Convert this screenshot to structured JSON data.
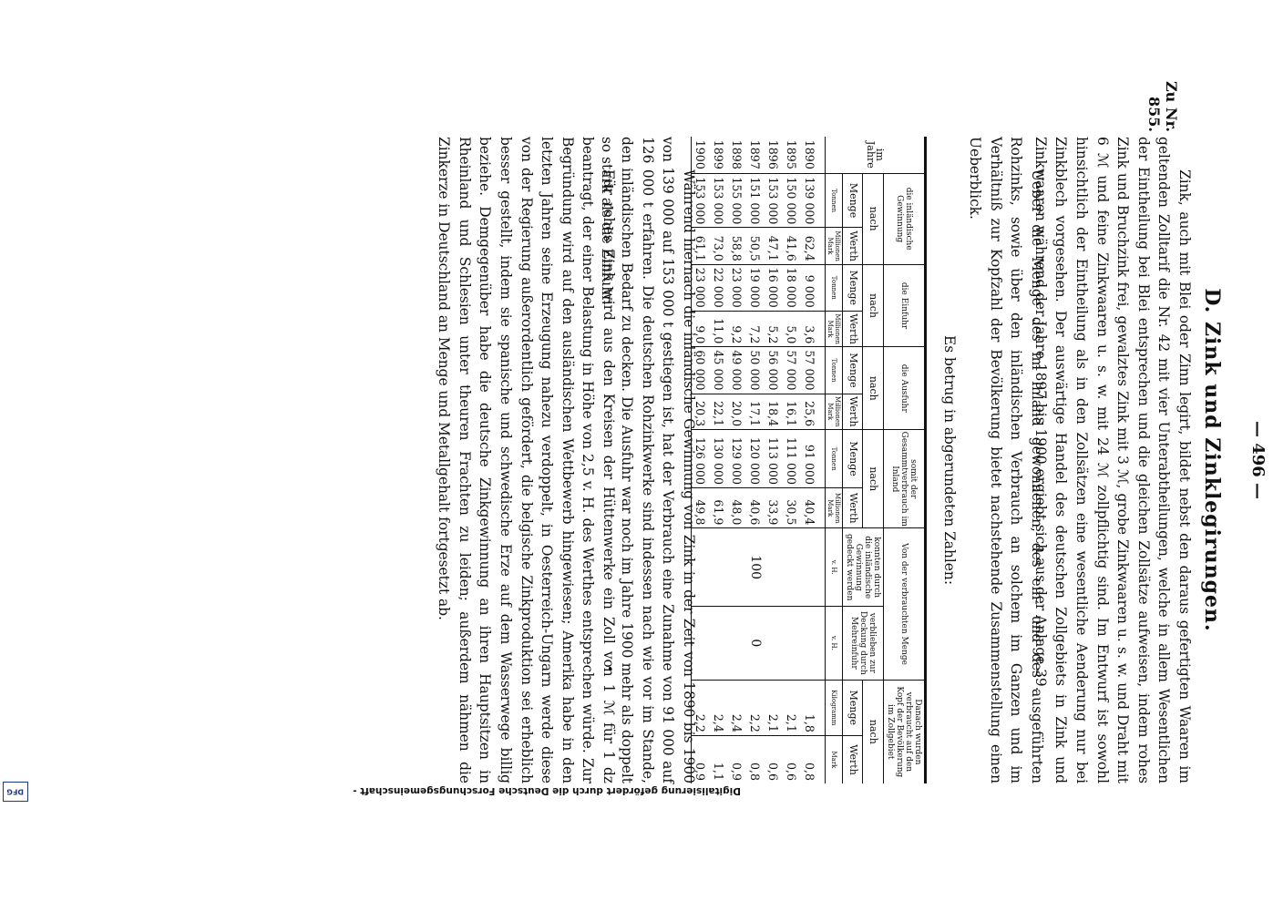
{
  "page_number": "— 496 —",
  "heading": "D. Zink und Zinklegirungen.",
  "ref_note": "Zu Nr. 855.",
  "paragraphs": {
    "p1": "Zink, auch mit Blei oder Zinn legirt, bildet nebst den daraus gefertigten Waaren im geltenden Zolltarif die Nr. 42 mit vier Unterabtheilungen, welche in allem Wesentlichen der Eintheilung bei Blei entsprechen und die gleichen Zollsätze aufweisen, indem rohes Zink und Bruchzink frei, gewalztes Zink mit 3 ℳ, grobe Zinkwaaren u. s. w. und Draht mit 6 ℳ und feine Zinkwaaren u. s. w. mit 24 ℳ zollpflichtig sind. Im Entwurf ist sowohl hinsichtlich der Eintheilung als in den Zollsätzen eine wesentliche Aenderung nur bei Zinkblech vorgesehen. Der auswärtige Handel des deutschen Zollgebiets in Zink und Zinkwaaren während der Jahre 1897 bis 1900 ergiebt sich aus der Anlage 39.",
    "p2": "Ueber die Menge des im Inland gewonnenen, des ein- und des ausgeführten Rohzinks, sowie über den inländischen Verbrauch an solchem im Ganzen und im Verhältniß zur Kopfzahl der Bevölkerung bietet nachstehende Zusammenstellung einen Ueberblick.",
    "p3": "Während hiernach die inländische Gewinnung von Zink in der Zeit von 1890 bis 1900 von 139 000 auf 153 000 t gestiegen ist, hat der Verbrauch eine Zunahme von 91 000 auf 126 000 t erfahren. Die deutschen Rohzinkwerke sind indessen nach wie vor im Stande, den inländischen Bedarf zu decken. Die Ausfuhr war noch im Jahre 1900 mehr als doppelt so stark als die Einfuhr.",
    "p4": "Für rohes Zink wird aus den Kreisen der Hüttenwerke ein Zoll von 1 ℳ für 1 dz beantragt, der einer Belastung in Höhe von 2,5 v. H. des Werthes entsprechen würde. Zur Begründung wird auf den ausländischen Wettbewerb hingewiesen; Amerika habe in den letzten Jahren seine Erzeugung nahezu verdoppelt, in Oesterreich-Ungarn werde diese von der Regierung außerordentlich gefördert, die belgische Zinkproduktion sei erheblich besser gestellt, indem sie spanische und schwedische Erze auf dem Wasserwege billig beziehe. Demgegenüber habe die deutsche Zinkgewinnung an ihren Hauptsitzen in Rheinland und Schlesien unter theuren Frachten zu leiden; außerdem nähmen die Zinkerze in Deutschland an Menge und Metallgehalt fortgesetzt ab."
  },
  "table_caption": "Es betrug in abgerundeten Zahlen:",
  "table": {
    "year_header": "im Jahre",
    "groups": [
      "die inländische Gewinnung",
      "die Einfuhr",
      "die Ausfuhr",
      "somit der Gesammtverbrauch im Inland",
      "Von der verbrauchten Menge",
      "Danach wurden verbraucht auf den Kopf der Bevölkerung im Zollgebiet"
    ],
    "nach": "nach",
    "menge": "Menge",
    "werth": "Werth",
    "konnten": "konnten durch die inländische Gewinnung gedeckt werden",
    "verblieben": "verblieben zur Deckung durch Mehreinfuhr",
    "unit_tonnen": "Tonnen",
    "unit_mio": "Millionen Mark",
    "unit_vh": "v. H.",
    "unit_kg": "Kilogramm",
    "unit_mark": "Mark",
    "merged_konnten": "100",
    "merged_verblieben": "0",
    "rows": [
      {
        "y": "1890",
        "gm": "139 000",
        "gw": "62,4",
        "em": "9 000",
        "ew": "3,6",
        "am": "57 000",
        "aw": "25,6",
        "vm": "91 000",
        "vw": "40,4",
        "km": "1,8",
        "kw": "0,8"
      },
      {
        "y": "1895",
        "gm": "150 000",
        "gw": "41,6",
        "em": "18 000",
        "ew": "5,0",
        "am": "57 000",
        "aw": "16,1",
        "vm": "111 000",
        "vw": "30,5",
        "km": "2,1",
        "kw": "0,6"
      },
      {
        "y": "1896",
        "gm": "153 000",
        "gw": "47,1",
        "em": "16 000",
        "ew": "5,2",
        "am": "56 000",
        "aw": "18,4",
        "vm": "113 000",
        "vw": "33,9",
        "km": "2,1",
        "kw": "0,6"
      },
      {
        "y": "1897",
        "gm": "151 000",
        "gw": "50,5",
        "em": "19 000",
        "ew": "7,2",
        "am": "50 000",
        "aw": "17,1",
        "vm": "120 000",
        "vw": "40,6",
        "km": "2,2",
        "kw": "0,8"
      },
      {
        "y": "1898",
        "gm": "155 000",
        "gw": "58,8",
        "em": "23 000",
        "ew": "9,2",
        "am": "49 000",
        "aw": "20,0",
        "vm": "129 000",
        "vw": "48,0",
        "km": "2,4",
        "kw": "0,9"
      },
      {
        "y": "1899",
        "gm": "153 000",
        "gw": "73,0",
        "em": "22 000",
        "ew": "11,0",
        "am": "45 000",
        "aw": "22,1",
        "vm": "130 000",
        "vw": "61,9",
        "km": "2,4",
        "kw": "1,1"
      },
      {
        "y": "1900",
        "gm": "153 000",
        "gw": "61,1",
        "em": "23 000",
        "ew": "9,0",
        "am": "60 000",
        "aw": "20,3",
        "vm": "126 000",
        "vw": "49,8",
        "km": "2,2",
        "kw": "0,9"
      }
    ]
  },
  "sidebar": "Digitalisierung gefördert durch die Deutsche Forschungsgemeinschaft -",
  "logo": "DFG"
}
